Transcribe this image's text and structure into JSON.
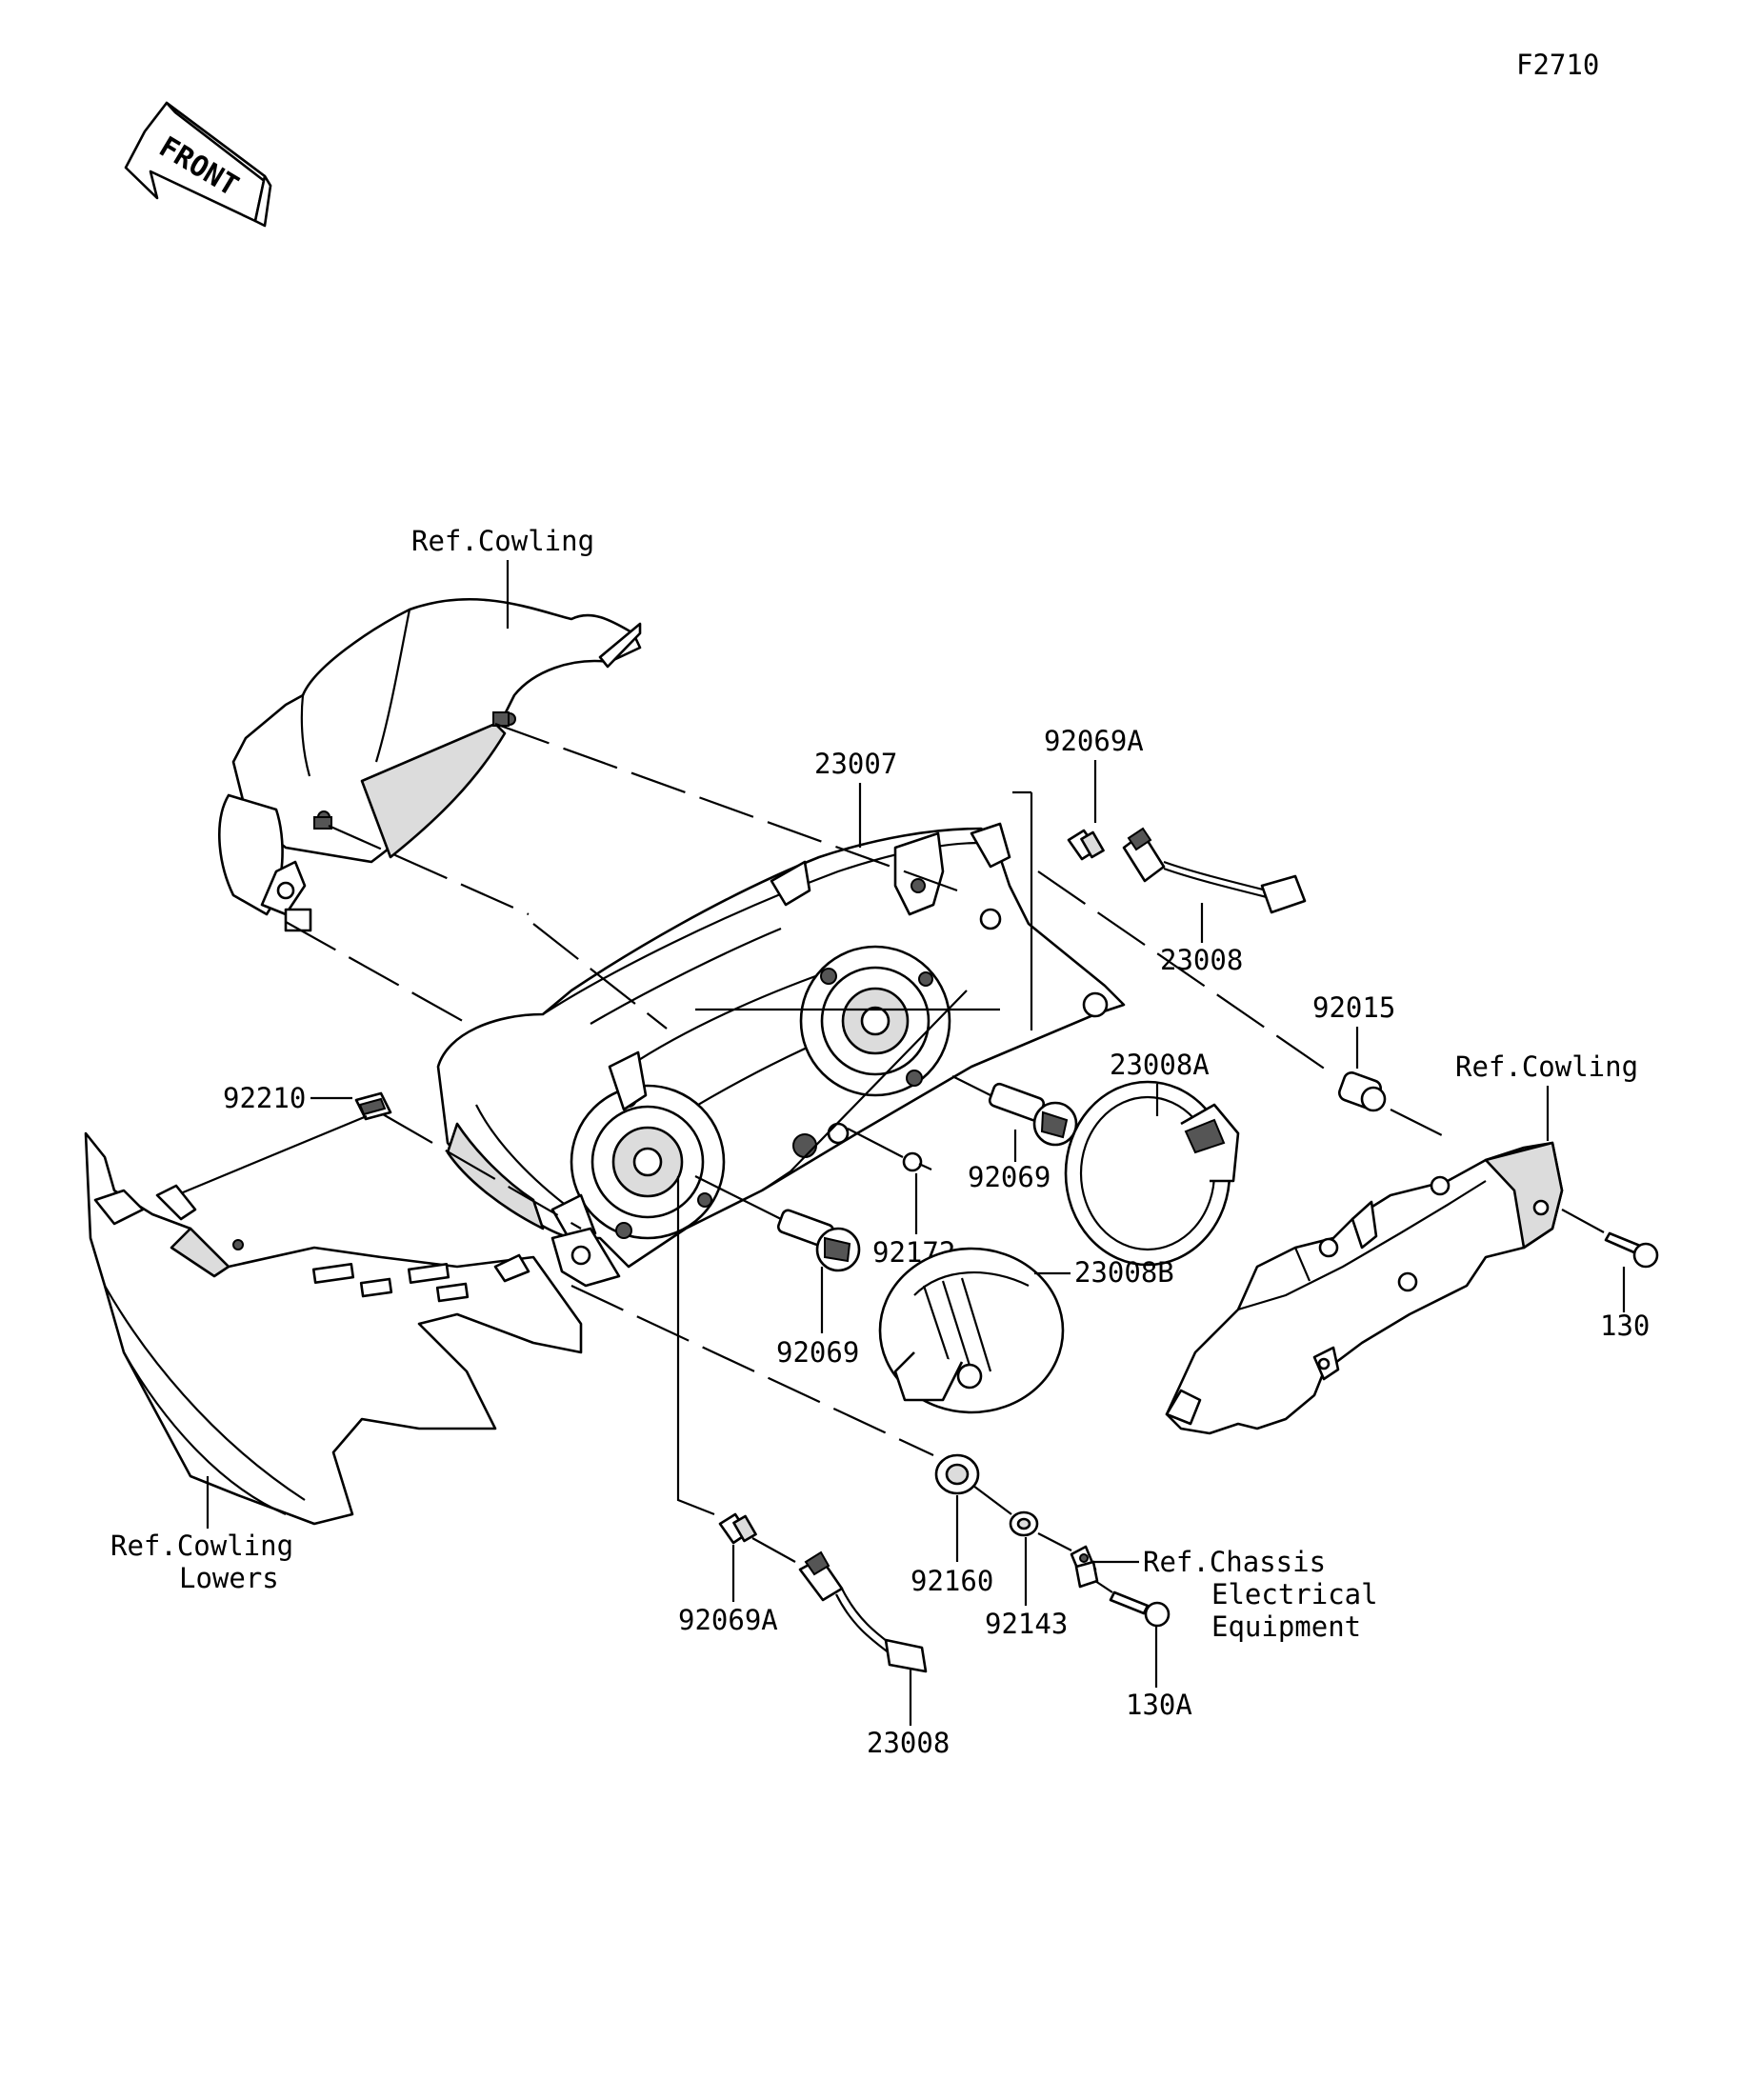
{
  "figure_code": "F2710",
  "front_label": "FRONT",
  "parts": {
    "p23007": "23007",
    "p23008_top": "23008",
    "p23008_bottom": "23008",
    "p23008A": "23008A",
    "p23008B": "23008B",
    "p92069A_top": "92069A",
    "p92069A_bottom": "92069A",
    "p92069_center": "92069",
    "p92069_lower": "92069",
    "p92015": "92015",
    "p92210": "92210",
    "p92172": "92172",
    "p92160": "92160",
    "p92143": "92143",
    "p130": "130",
    "p130A": "130A"
  },
  "references": {
    "cowling_top": "Ref.Cowling",
    "cowling_right": "Ref.Cowling",
    "cowling_lowers_line1": "Ref.Cowling",
    "cowling_lowers_line2": "Lowers",
    "chassis_line1": "Ref.Chassis",
    "chassis_line2": "Electrical",
    "chassis_line3": "Equipment"
  }
}
